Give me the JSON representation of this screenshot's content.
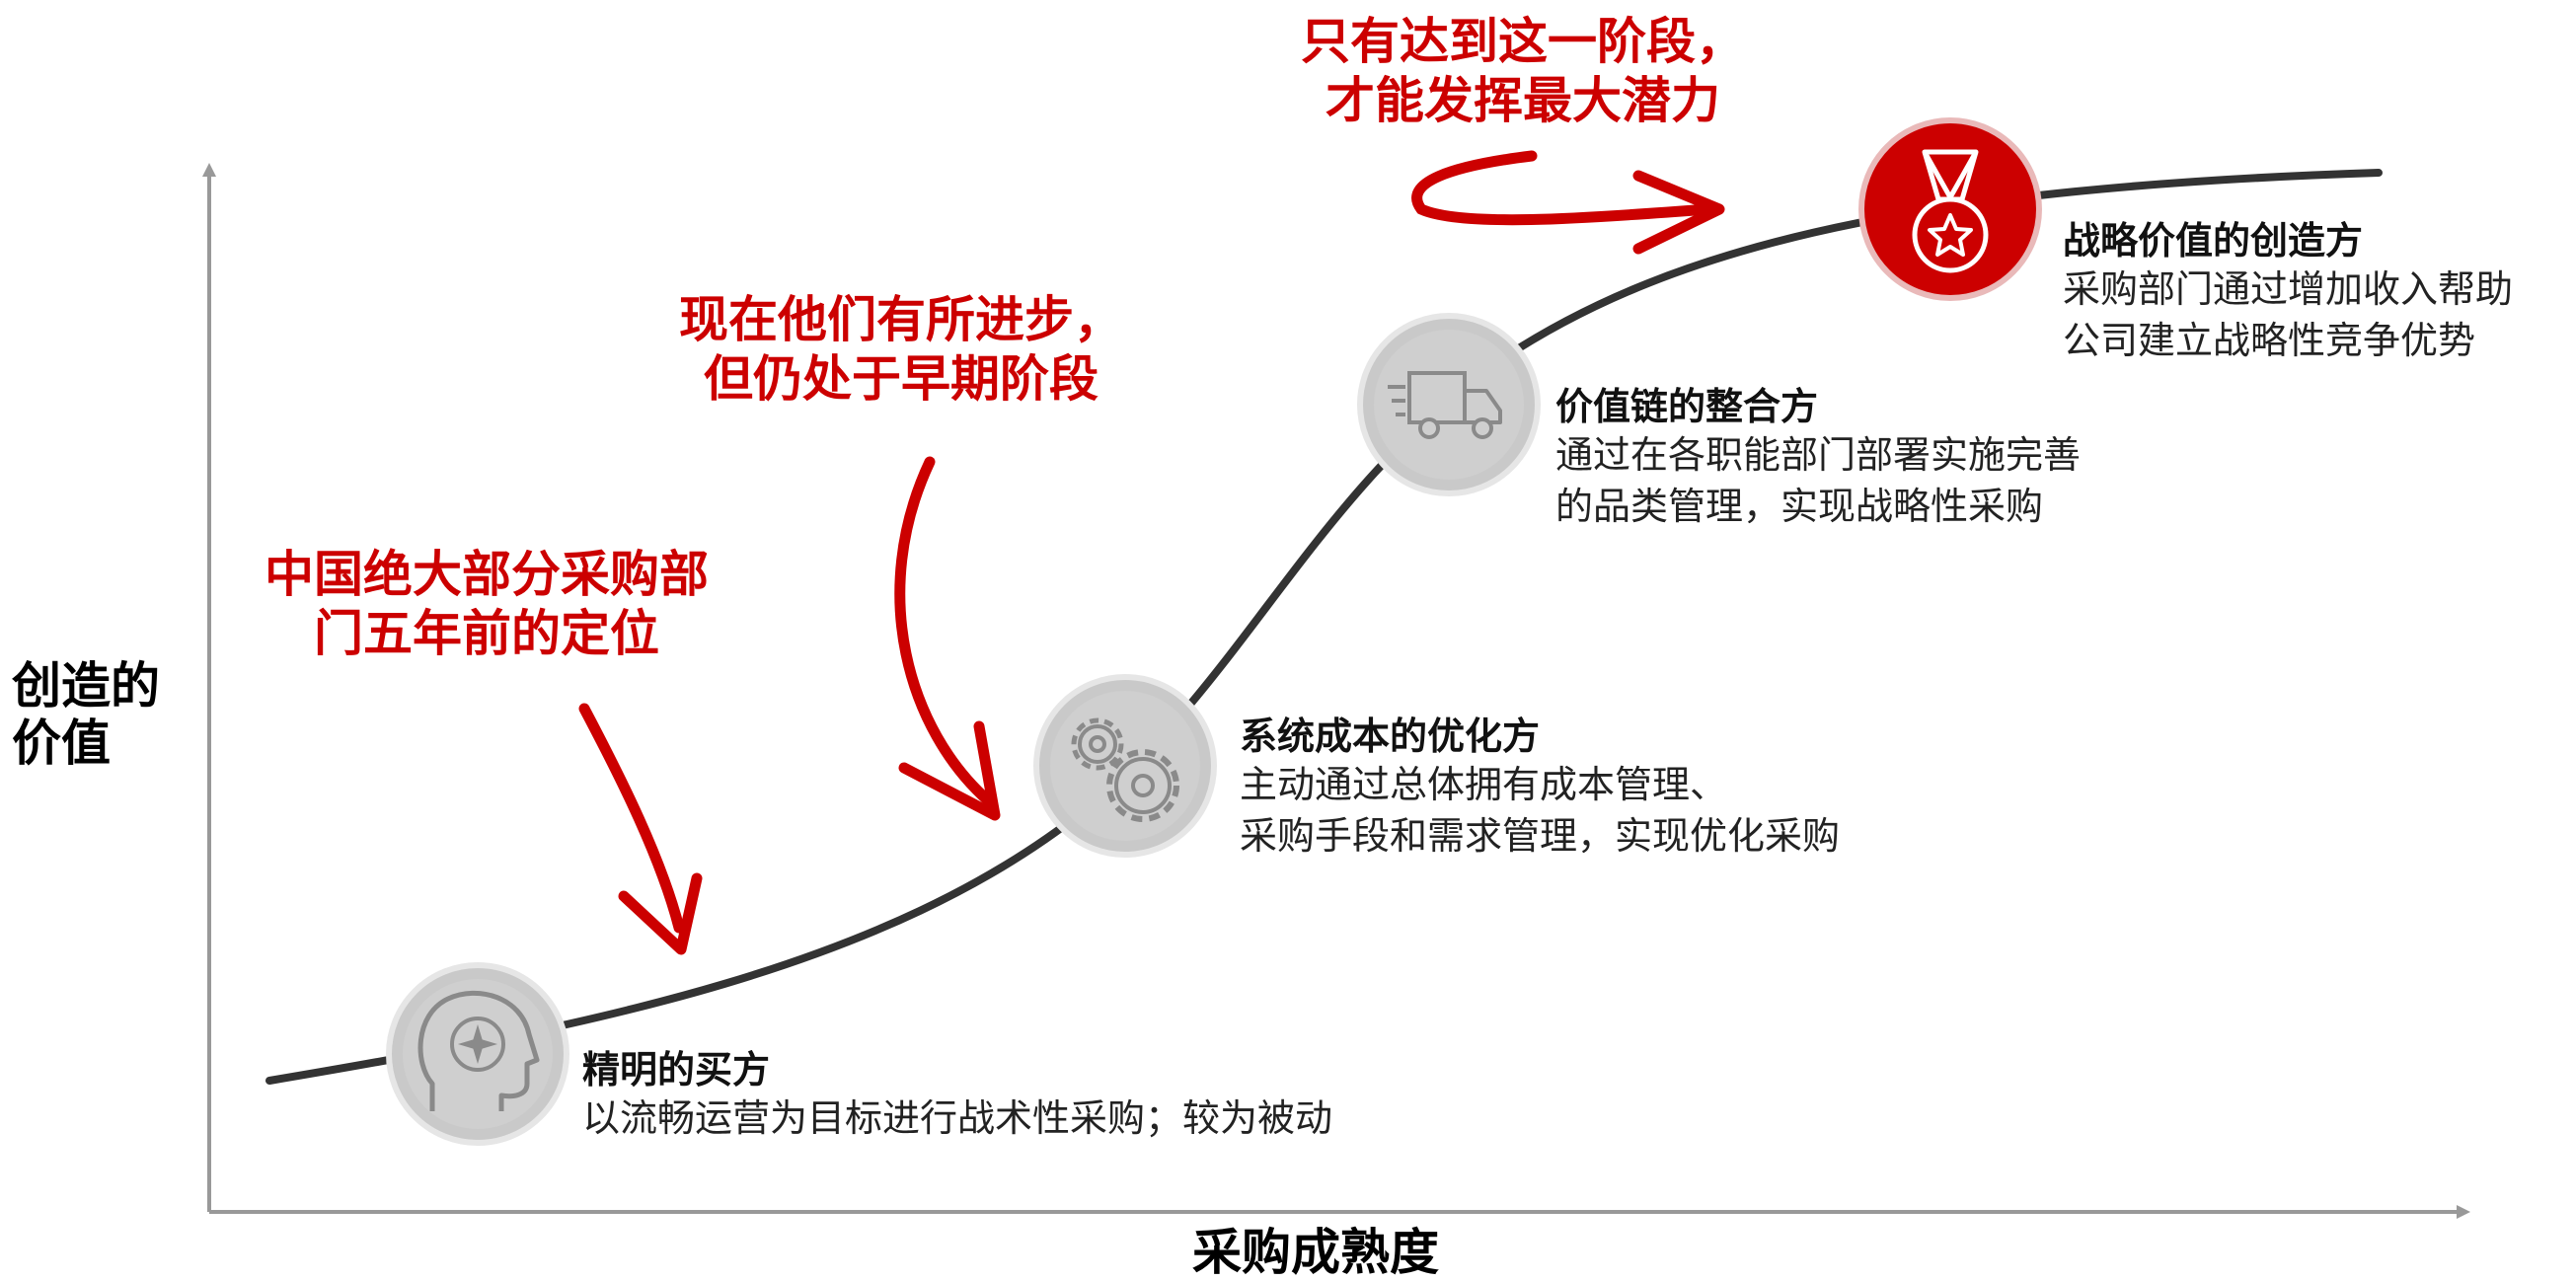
{
  "axes": {
    "y_label": [
      "创造的",
      "价值"
    ],
    "x_label": "采购成熟度"
  },
  "callouts": [
    {
      "lines": [
        "中国绝大部分采购部",
        "门五年前的定位"
      ]
    },
    {
      "lines": [
        "现在他们有所进步，",
        "但仍处于早期阶段"
      ]
    },
    {
      "lines": [
        "只有达到这一阶段，",
        "才能发挥最大潜力"
      ]
    }
  ],
  "stages": [
    {
      "icon": "head-compass-icon",
      "title": "精明的买方",
      "desc": [
        "以流畅运营为目标进行战术性采购；较为被动"
      ]
    },
    {
      "icon": "gears-icon",
      "title": "系统成本的优化方",
      "desc": [
        "主动通过总体拥有成本管理、",
        "采购手段和需求管理，实现优化采购"
      ]
    },
    {
      "icon": "truck-icon",
      "title": "价值链的整合方",
      "desc": [
        "通过在各职能部门部署实施完善",
        "的品类管理，实现战略性采购"
      ]
    },
    {
      "icon": "medal-icon",
      "title": "战略价值的创造方",
      "desc": [
        "采购部门通过增加收入帮助",
        "公司建立战略性竞争优势"
      ]
    }
  ],
  "colors": {
    "accent": "#cc0000",
    "curve": "#333333",
    "icon_grey": "#c8c8c8",
    "axis": "#999999"
  }
}
